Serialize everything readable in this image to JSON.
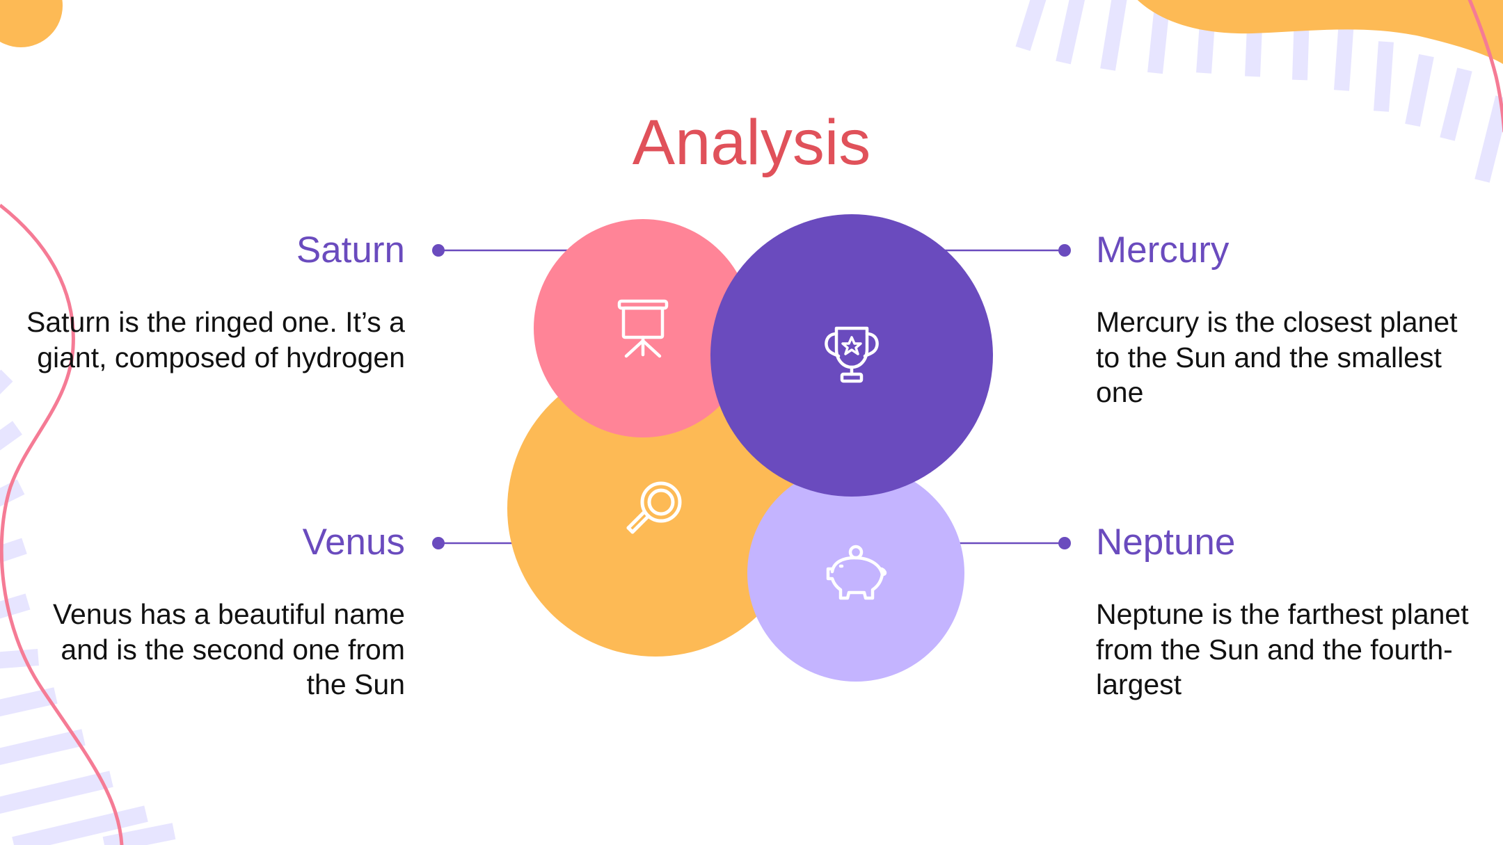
{
  "slide": {
    "title": "Analysis",
    "items": [
      {
        "heading": "Saturn",
        "body": "Saturn is the ringed one. It’s a giant, composed of hydrogen",
        "icon": "presentation-board-icon",
        "color": "#FF8497"
      },
      {
        "heading": "Mercury",
        "body": "Mercury is the closest planet to the Sun and the smallest one",
        "icon": "trophy-icon",
        "color": "#6A4BBE"
      },
      {
        "heading": "Venus",
        "body": "Venus has a beautiful name and is the second one from the Sun",
        "icon": "magnifier-icon",
        "color": "#FDBA55"
      },
      {
        "heading": "Neptune",
        "body": "Neptune is the farthest planet from the Sun and the fourth-largest",
        "icon": "piggy-bank-icon",
        "color": "#C4B4FF"
      }
    ]
  },
  "colors": {
    "title": "#E0515A",
    "heading": "#6A4BBE",
    "connector": "#6A4BBE",
    "accent_orange": "#FDBA55",
    "accent_pink": "#F57B95",
    "stripes": "#E7E5FF"
  }
}
